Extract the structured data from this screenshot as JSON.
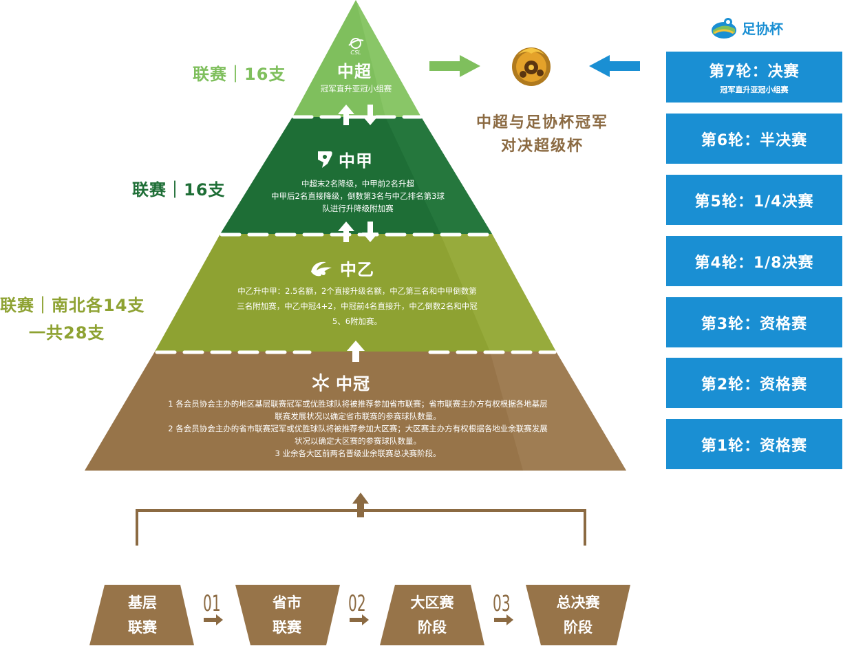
{
  "pyramid": {
    "csl": {
      "logo_text": "CSL",
      "title": "中超",
      "desc": "冠军直升亚冠小组赛",
      "side_label": "联赛｜16支"
    },
    "cl1": {
      "title": "中甲",
      "desc_lines": [
        "中超末2名降级，中甲前2名升超",
        "中甲后2名直接降级，倒数第3名与中乙排名第3球",
        "队进行升降级附加赛"
      ],
      "side_label": "联赛｜16支"
    },
    "cl2": {
      "title": "中乙",
      "desc_lines": [
        "中乙升中甲：2.5名额，2个直接升级名额，中乙第三名和中甲倒数第",
        "三名附加赛，中乙中冠4+2，中冠前4名直接升，中乙倒数2名和中冠",
        "5、6附加赛。"
      ],
      "side_label_1": "联赛｜南北各14支",
      "side_label_2": "一共28支"
    },
    "cmcl": {
      "title": "中冠",
      "desc_lines": [
        "1 各会员协会主办的地区基层联赛冠军或优胜球队将被推荐参加省市联赛；省市联赛主办方有权根据各地基层",
        "联赛发展状况以确定省市联赛的参赛球队数量。",
        "2 各会员协会主办的省市联赛冠军或优胜球队将被推荐参加大区赛；大区赛主办方有权根据各地业余联赛发展",
        "状况以确定大区赛的参赛球队数量。",
        "3 业余各大区前两名晋级业余联赛总决赛阶段。"
      ]
    }
  },
  "super_cup": {
    "text_line1": "中超与足协杯冠军",
    "text_line2": "对决超级杯"
  },
  "fa_cup": {
    "brand": "足协杯",
    "rounds": [
      {
        "title": "第7轮：决赛",
        "sub": "冠军直升亚冠小组赛"
      },
      {
        "title": "第6轮：半决赛"
      },
      {
        "title": "第5轮：1/4决赛"
      },
      {
        "title": "第4轮：1/8决赛"
      },
      {
        "title": "第3轮：资格赛"
      },
      {
        "title": "第2轮：资格赛"
      },
      {
        "title": "第1轮：资格赛"
      }
    ]
  },
  "stages": {
    "items": [
      {
        "line1": "基层",
        "line2": "联赛"
      },
      {
        "line1": "省市",
        "line2": "联赛"
      },
      {
        "line1": "大区赛",
        "line2": "阶段"
      },
      {
        "line1": "总决赛",
        "line2": "阶段"
      }
    ],
    "numbers": [
      "01",
      "02",
      "03"
    ]
  },
  "colors": {
    "csl": "#7fbf5d",
    "cl1": "#1e6e36",
    "cl2": "#8ea232",
    "cmcl": "#977449",
    "round_blue": "#1a8fd3",
    "brown": "#8b6a42"
  }
}
